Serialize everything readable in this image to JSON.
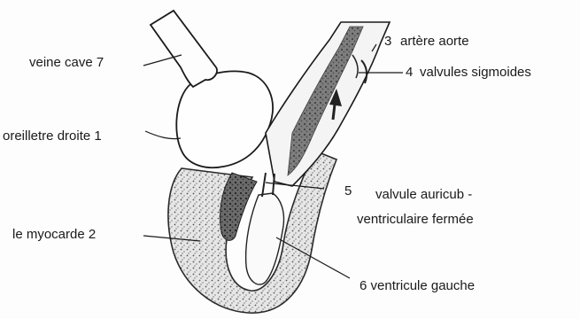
{
  "labels": {
    "veine_cave": "veine cave 7",
    "oreillette_droite": "oreilletre droite 1",
    "myocarde": "le myocarde 2",
    "aorte_num": "3",
    "aorte": "artère aorte",
    "sigmoides_num": "4",
    "sigmoides": "valvules sigmoides",
    "valvule_num": "5",
    "valvule_line1": "valvule auricub -",
    "valvule_line2": "ventriculaire fermée",
    "ventricule": "6 ventricule gauche"
  },
  "colors": {
    "ink": "#1a1a1a",
    "muscle_fill": "#d9d9d9",
    "muscle_dark": "#3a3a3a",
    "background": "#fdfdfd"
  }
}
